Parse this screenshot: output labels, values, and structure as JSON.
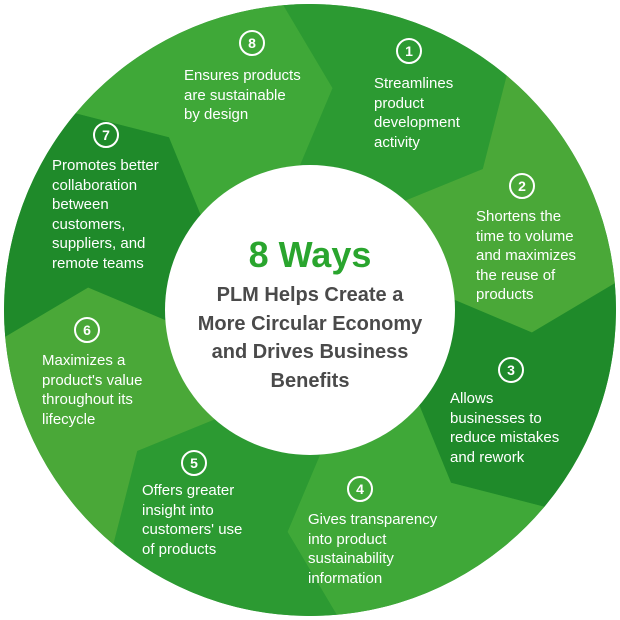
{
  "center": {
    "title": "8 Ways",
    "subtitle": "PLM Helps Create a\nMore Circular Economy\nand Drives Business\nBenefits"
  },
  "segments": [
    {
      "number": "1",
      "text": "Streamlines\nproduct\ndevelopment\nactivity"
    },
    {
      "number": "2",
      "text": "Shortens the\ntime to volume\nand maximizes\nthe reuse of\nproducts"
    },
    {
      "number": "3",
      "text": "Allows\nbusinesses to\nreduce mistakes\nand rework"
    },
    {
      "number": "4",
      "text": "Gives transparency\ninto product\nsustainability\ninformation"
    },
    {
      "number": "5",
      "text": "Offers greater\ninsight into\ncustomers' use\nof products"
    },
    {
      "number": "6",
      "text": "Maximizes a\nproduct's value\nthroughout its\nlifecycle"
    },
    {
      "number": "7",
      "text": "Promotes better\ncollaboration\nbetween\ncustomers,\nsuppliers, and\nremote teams"
    },
    {
      "number": "8",
      "text": "Ensures products\nare sustainable\nby design"
    }
  ],
  "colors": {
    "segment_colors": [
      "#2c9a32",
      "#4aa838",
      "#1f8a2a",
      "#3fa838",
      "#2c9a32",
      "#4aa838",
      "#1f8a2a",
      "#3fa838"
    ],
    "title_color": "#2aa52e",
    "subtitle_color": "#4a4a4a"
  }
}
